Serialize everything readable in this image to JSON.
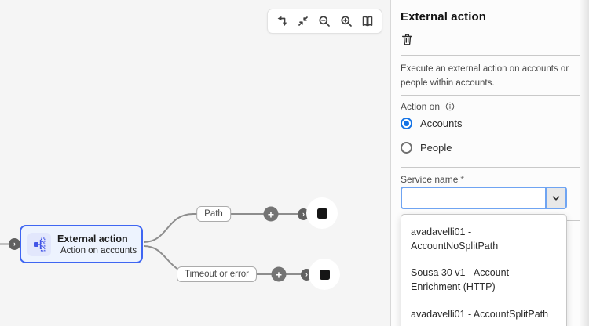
{
  "toolbar": {
    "buttons": [
      {
        "name": "toggle-orientation"
      },
      {
        "name": "collapse-nodes"
      },
      {
        "name": "zoom-out"
      },
      {
        "name": "zoom-in"
      },
      {
        "name": "overview-map"
      }
    ]
  },
  "canvas": {
    "node": {
      "title": "External action",
      "subtitle": "Action on accounts"
    },
    "branches": [
      {
        "label": "Path"
      },
      {
        "label": "Timeout or error"
      }
    ]
  },
  "panel": {
    "title": "External action",
    "description": "Execute an external action on accounts or people within accounts.",
    "action_on": {
      "label": "Action on",
      "options": [
        {
          "label": "Accounts",
          "selected": true
        },
        {
          "label": "People",
          "selected": false
        }
      ]
    },
    "service_name": {
      "label": "Service name",
      "required_marker": "*",
      "value": "",
      "options": [
        "avadavelli01 - AccountNoSplitPath",
        "Sousa 30 v1 - Account Enrichment (HTTP)",
        "avadavelli01 - AccountSplitPath"
      ]
    }
  },
  "colors": {
    "accent_blue": "#1473e6",
    "node_border": "#3f66f2",
    "node_fill": "#edf3fe",
    "canvas_bg": "#f5f5f5",
    "edge_gray": "#8d8d8d",
    "focus_border": "#6fa4f2"
  }
}
